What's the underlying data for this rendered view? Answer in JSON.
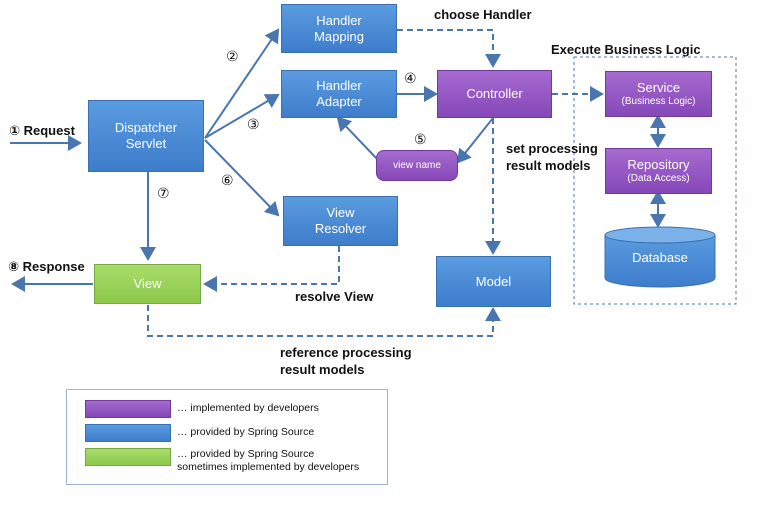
{
  "nodes": {
    "dispatcher": "Dispatcher\nServlet",
    "handler_mapping": "Handler\nMapping",
    "handler_adapter": "Handler\nAdapter",
    "controller": "Controller",
    "view_name": "view name",
    "view_resolver": "View\nResolver",
    "view": "View",
    "model": "Model",
    "service": "Service",
    "service_sub": "(Business Logic)",
    "repository": "Repository",
    "repository_sub": "(Data Access)",
    "database": "Database"
  },
  "labels": {
    "request": "① Request",
    "response": "⑧ Response",
    "choose_handler": "choose Handler",
    "execute_business_logic": "Execute Business Logic",
    "set_processing": "set processing\nresult models",
    "resolve_view": "resolve View",
    "reference_processing": "reference processing\nresult models"
  },
  "steps": {
    "s2": "②",
    "s3": "③",
    "s4": "④",
    "s5": "⑤",
    "s6": "⑥",
    "s7": "⑦"
  },
  "legend": [
    {
      "color": "purple",
      "text": "… implemented by developers"
    },
    {
      "color": "blue",
      "text": "… provided by Spring Source"
    },
    {
      "color": "green",
      "text": "… provided by Spring Source\nsometimes implemented by developers"
    }
  ],
  "colors": {
    "arrow": "#4a76b0",
    "blue_box": "#4a8bd8",
    "purple_box": "#9659c4",
    "green_box": "#97d25a"
  }
}
